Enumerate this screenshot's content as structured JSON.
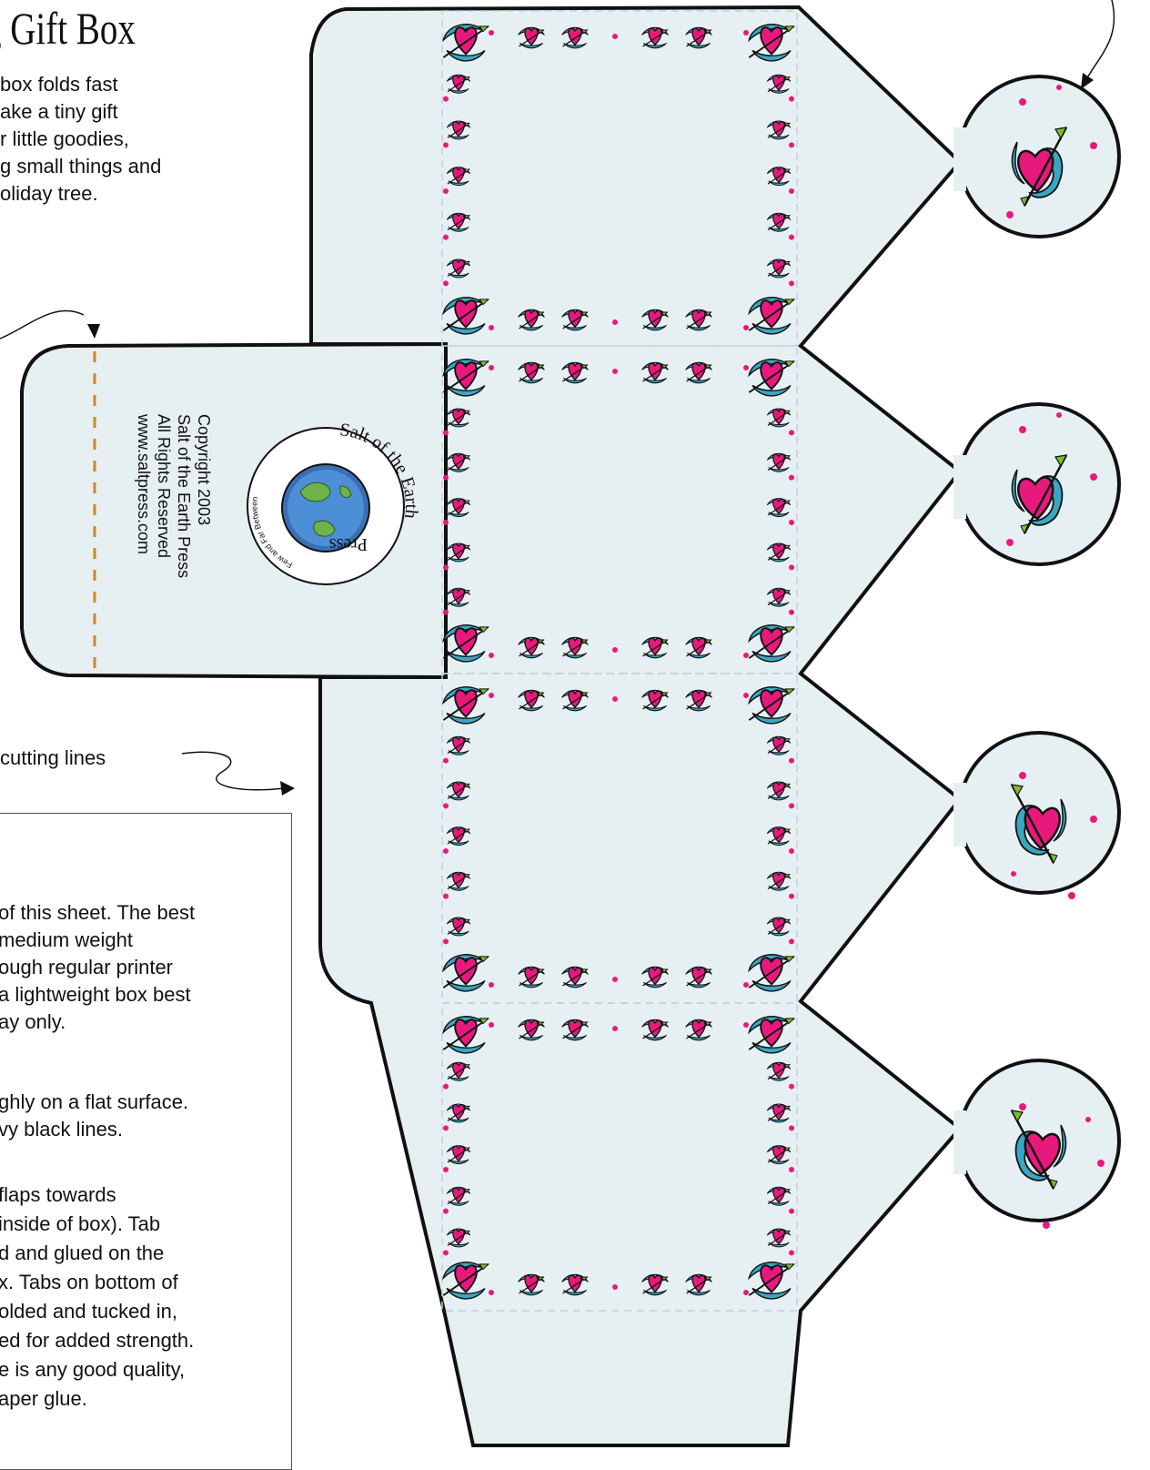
{
  "document": {
    "title": "g Gift Box",
    "intro_lines": [
      "box folds fast",
      "ake a tiny gift",
      "r little goodies,",
      "g small things and",
      "oliday tree."
    ],
    "cutting_label": "cutting lines",
    "instructions_lines": [
      "of this sheet. The best",
      "medium weight",
      "ough regular printer",
      "a lightweight box best",
      "ay only.",
      "ghly on a flat surface.",
      "vy black lines.",
      "flaps towards",
      "inside of box). Tab",
      "d and glued on the",
      "x. Tabs on bottom of",
      "olded and tucked in,",
      "ed for added strength.",
      "e is any good quality,",
      "aper glue."
    ]
  },
  "copyright": {
    "line1": "Copyright 2003",
    "line2": "Salt of the Earth Press",
    "line3": "All Rights Reserved",
    "line4": "www.saltpress.com"
  },
  "logo": {
    "name": "Salt of the Earth",
    "word": "Press",
    "tagline": "Few and Far Between"
  },
  "colors": {
    "paper": "#e6eff2",
    "outline": "#111111",
    "heart": "#e8197d",
    "ribbon": "#3aa7c2",
    "arrow": "#7bbf2a",
    "fold_line": "#c9892a"
  },
  "decoration": {
    "motif": "heart-with-arrow-and-ribbon",
    "panels": 4,
    "tag_circles": 4
  }
}
